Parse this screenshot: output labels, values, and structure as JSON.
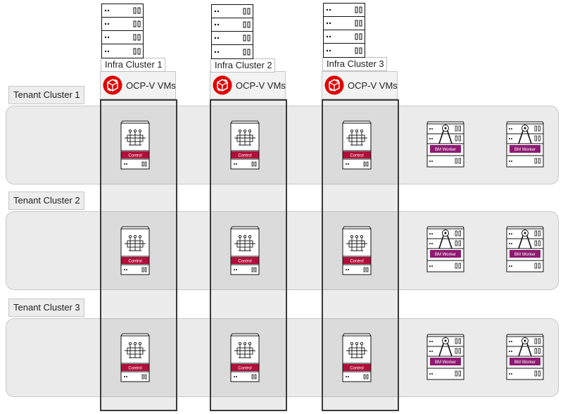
{
  "diagram": {
    "infra_clusters": [
      {
        "label": "Infra Cluster 1",
        "vm_label": "OCP-V VMs"
      },
      {
        "label": "Infra Cluster 2",
        "vm_label": "OCP-V VMs"
      },
      {
        "label": "Infra Cluster 3",
        "vm_label": "OCP-V VMs"
      }
    ],
    "tenant_clusters": [
      {
        "label": "Tenant Cluster 1",
        "control_label": "Control",
        "worker_label": "BM Worker"
      },
      {
        "label": "Tenant Cluster 2",
        "control_label": "Control",
        "worker_label": "BM Worker"
      },
      {
        "label": "Tenant Cluster 3",
        "control_label": "Control",
        "worker_label": "BM Worker"
      }
    ],
    "colors": {
      "control_band": "#b0103a",
      "worker_band": "#8e1a72",
      "ocp_logo": "#e00000",
      "tenant_band_bg": "#ebebeb"
    }
  }
}
